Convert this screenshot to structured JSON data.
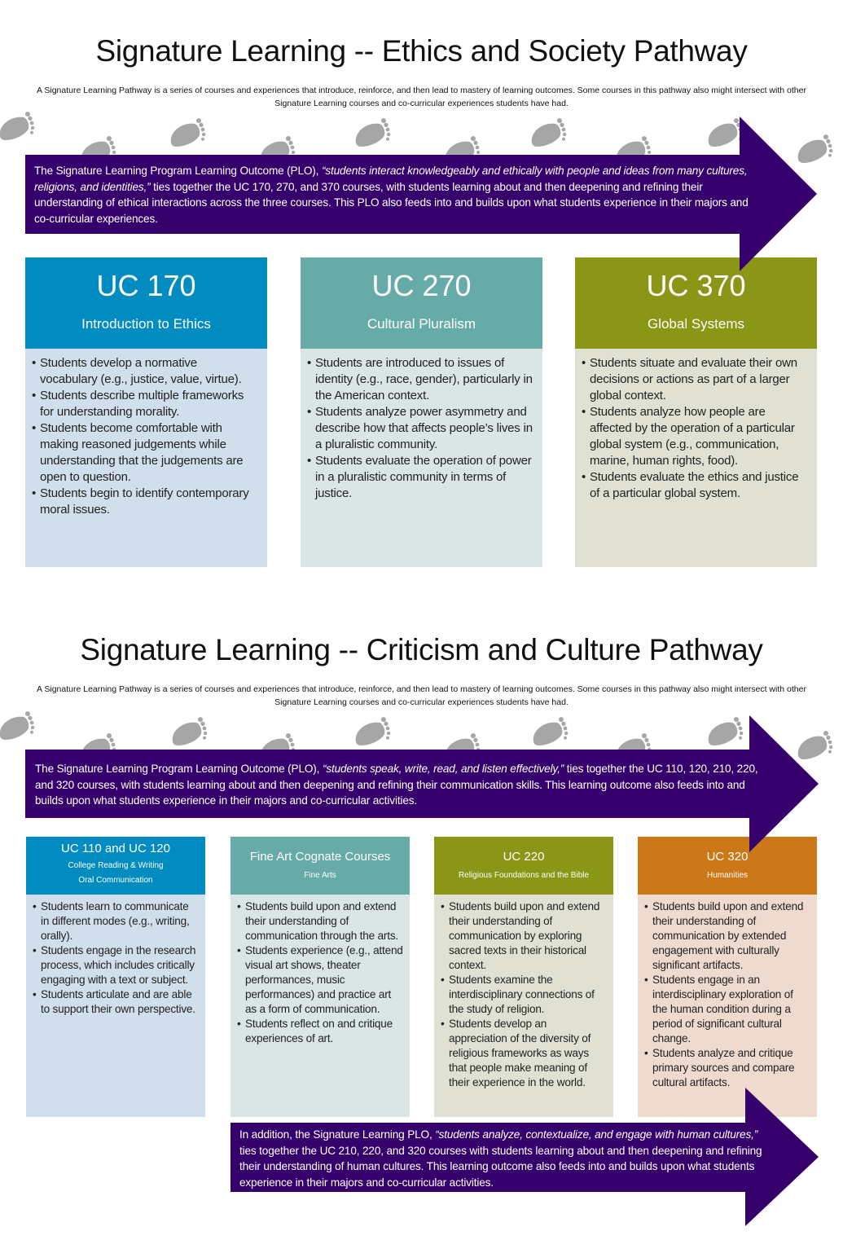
{
  "colors": {
    "arrow": "#35006b",
    "footprint": "#a6a6a6",
    "blue": "#008bc1",
    "teal": "#66aba8",
    "olive": "#8c9616",
    "orange": "#cc7819",
    "blue_bg": "#d1deeb",
    "teal_bg": "#d9e6e5",
    "olive_bg": "#e0e1d3",
    "orange_bg": "#efdad0"
  },
  "ethics": {
    "title": "Signature Learning -- Ethics and Society Pathway",
    "description": "A Signature Learning Pathway is a series of courses and experiences that introduce, reinforce, and then lead to mastery of learning outcomes. Some courses in this pathway also might intersect with other Signature Learning courses and co-curricular experiences students have had.",
    "plo": {
      "pre": "The Signature Learning Program Learning Outcome (PLO), ",
      "quote": "“students interact knowledgeably and ethically with people and ideas from many cultures, religions, and identities,”",
      "post": " ties together the UC 170, 270, and 370 courses, with students learning about and then deepening and refining their understanding of ethical interactions across the three courses. This PLO also feeds into and builds upon what students experience in their majors and co-curricular experiences."
    },
    "courses": [
      {
        "code": "UC 170",
        "name": "Introduction to Ethics",
        "bullets": [
          "Students develop a normative vocabulary (e.g., justice, value, virtue).",
          "Students describe multiple frameworks for understanding morality.",
          "Students become comfortable with making reasoned judgements while understanding that the judgements are open to question.",
          "Students begin to identify contemporary moral issues."
        ]
      },
      {
        "code": "UC 270",
        "name": "Cultural Pluralism",
        "bullets": [
          "Students are introduced to issues of identity (e.g., race, gender), particularly in the American context.",
          "Students analyze power asymmetry and describe how that affects people’s lives in a pluralistic community.",
          "Students evaluate the operation of power in a pluralistic community in terms of justice."
        ]
      },
      {
        "code": "UC 370",
        "name": "Global Systems",
        "bullets": [
          "Students situate and evaluate their own decisions or actions as part of a larger global context.",
          "Students analyze how people are affected by the operation of a particular global system (e.g., communication, marine, human rights, food).",
          "Students evaluate the ethics and justice of a particular global system."
        ]
      }
    ]
  },
  "criticism": {
    "title": "Signature Learning -- Criticism and Culture Pathway",
    "description": "A Signature Learning Pathway is a series of courses and experiences that introduce, reinforce, and then lead to mastery of learning outcomes. Some courses in this pathway also might intersect with other Signature Learning courses and co-curricular experiences students have had.",
    "plo": {
      "pre": "The Signature Learning Program Learning Outcome (PLO), ",
      "quote": "“students speak, write, read, and listen effectively,”",
      "post": " ties together the UC 110, 120, 210, 220, and 320 courses, with students learning about and then deepening and refining their communication skills. This learning outcome also feeds into and builds upon what students experience in their majors and co-curricular activities."
    },
    "courses": [
      {
        "code": "UC 110 and UC 120",
        "name": "College Reading & Writing",
        "name2": "Oral Communication",
        "bullets": [
          "Students learn to communicate in different modes (e.g., writing, orally).",
          "Students engage in the research process, which includes critically engaging with a text or subject.",
          "Students articulate and are able to support their own perspective."
        ]
      },
      {
        "code": "Fine Art Cognate Courses",
        "name": "Fine Arts",
        "bullets": [
          "Students build upon and extend their understanding of communication through the arts.",
          "Students experience (e.g., attend visual art shows, theater performances, music performances) and practice art as a form of communication.",
          "Students reflect on and critique experiences of art."
        ]
      },
      {
        "code": "UC 220",
        "name": "Religious Foundations and the Bible",
        "bullets": [
          "Students build upon and extend their understanding of communication by exploring sacred texts in their historical context.",
          "Students examine the interdisciplinary connections of the study of religion.",
          "Students develop an appreciation of the diversity of religious frameworks as ways that people make meaning of their experience in the world."
        ]
      },
      {
        "code": "UC 320",
        "name": "Humanities",
        "bullets": [
          "Students build upon and extend their understanding of communication by extended engagement with culturally significant artifacts.",
          "Students engage in an interdisciplinary exploration of the human condition during a period of significant cultural change.",
          "Students analyze and critique primary sources and compare cultural artifacts."
        ]
      }
    ],
    "plo2": {
      "pre": "In addition, the Signature Learning PLO, ",
      "quote": "“students analyze, contextualize, and engage with human cultures,”",
      "post": " ties together the UC 210, 220, and 320 courses with students learning about and then deepening and refining their understanding of human cultures. This learning outcome also feeds into and builds upon what students experience in their majors and co-curricular activities."
    }
  }
}
